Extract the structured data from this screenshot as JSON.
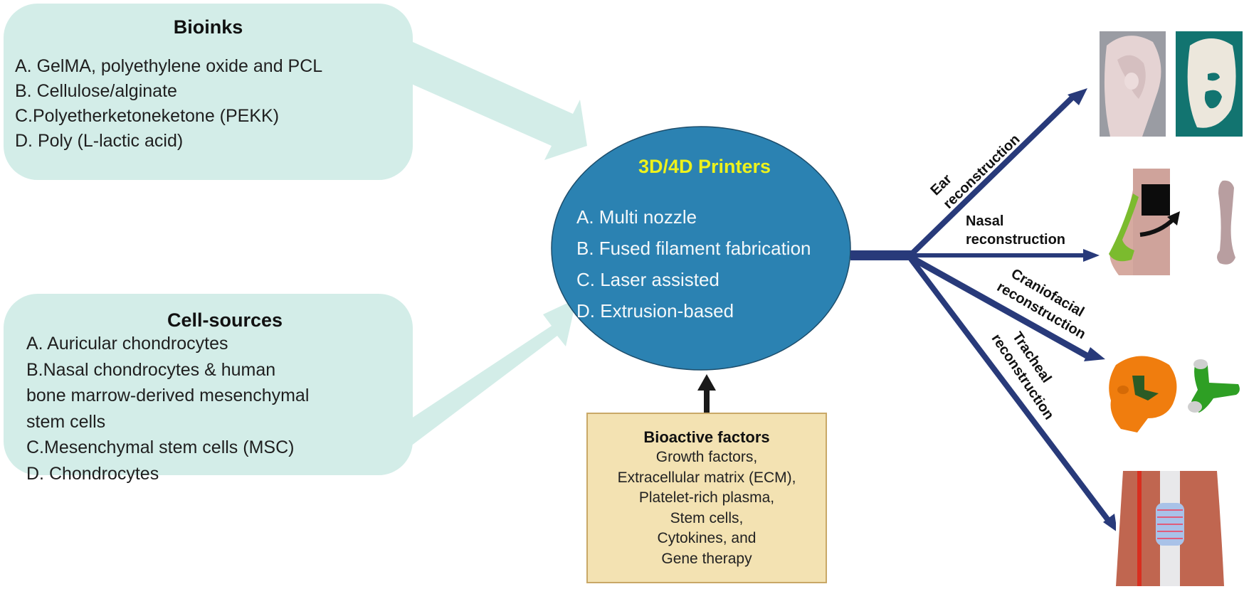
{
  "bioinks": {
    "title": "Bioinks",
    "items": [
      "A. GelMA, polyethylene oxide and PCL",
      "B. Cellulose/alginate",
      "C.Polyetherketoneketone (PEKK)",
      "D. Poly (L-lactic acid)"
    ]
  },
  "cell_sources": {
    "title": "Cell-sources",
    "items": [
      "A. Auricular chondrocytes",
      "B.Nasal chondrocytes & human",
      "bone marrow-derived mesenchymal",
      "stem cells",
      "C.Mesenchymal stem cells (MSC)",
      "D. Chondrocytes"
    ]
  },
  "printers": {
    "title": "3D/4D Printers",
    "items": [
      "A. Multi nozzle",
      "B. Fused filament fabrication",
      "C. Laser assisted",
      "D. Extrusion-based"
    ]
  },
  "bioactive": {
    "title": "Bioactive factors",
    "items": [
      "Growth factors,",
      "Extracellular matrix (ECM),",
      "Platelet-rich plasma,",
      "Stem cells,",
      "Cytokines, and",
      "Gene therapy"
    ]
  },
  "applications": [
    {
      "line1": "Ear",
      "line2": "reconstruction",
      "image": "ear-images"
    },
    {
      "line1": "Nasal",
      "line2": "reconstruction",
      "image": "nasal-images"
    },
    {
      "line1": "Craniofacial",
      "line2": "reconstruction",
      "image": "skull-images"
    },
    {
      "line1": "Tracheal",
      "line2": "reconstruction",
      "image": "trachea-image"
    }
  ],
  "colors": {
    "box_fill": "#d3ede8",
    "ellipse_fill": "#2b82b2",
    "title_yellow": "#eef21c",
    "arrow_navy": "#283a7a",
    "bioactive_fill": "#f3e2b2"
  }
}
